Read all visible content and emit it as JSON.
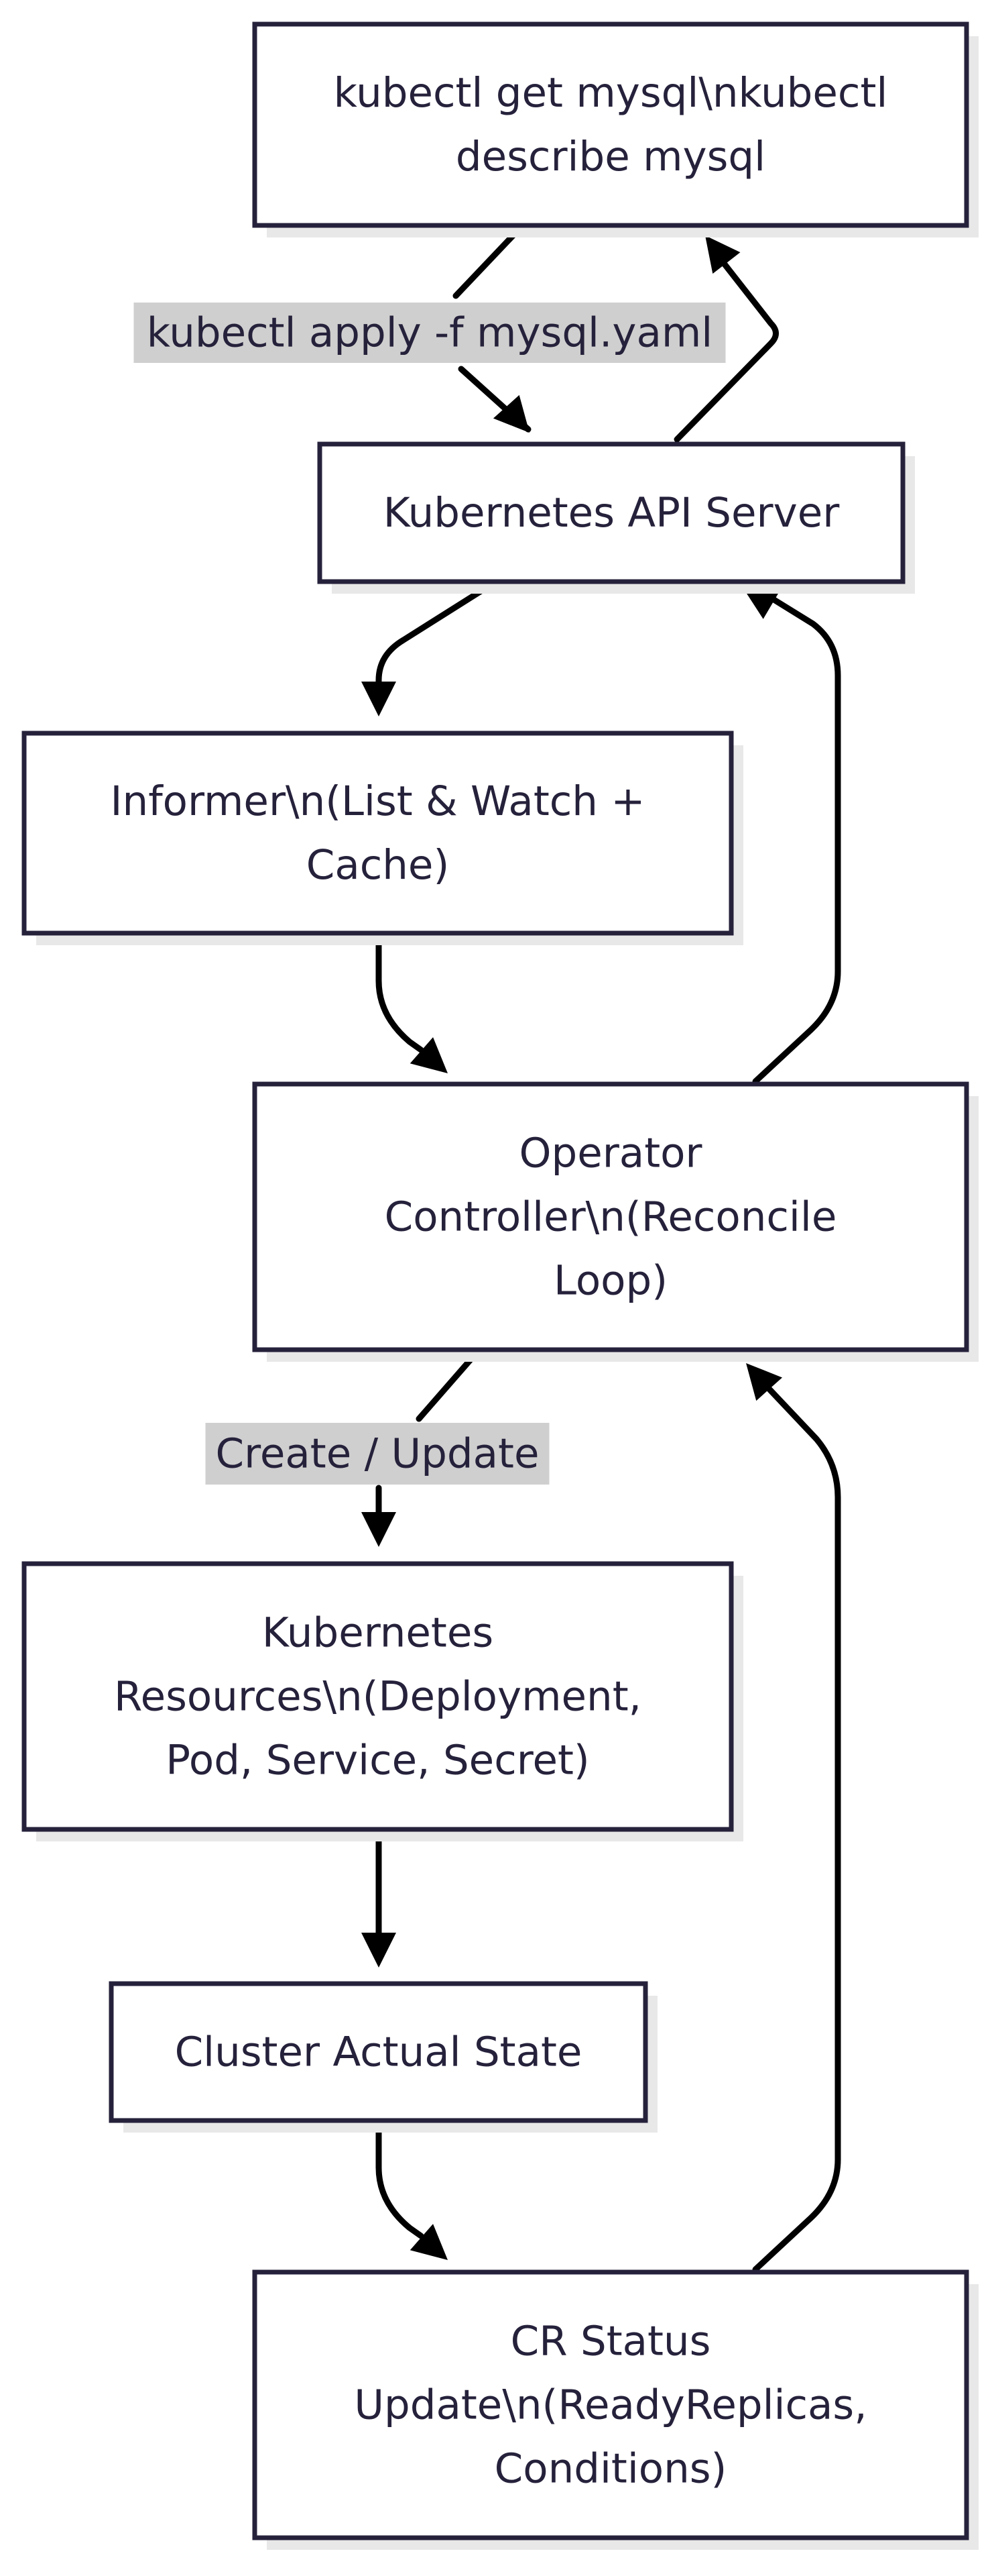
{
  "diagram": {
    "nodes": [
      {
        "id": "kubectl-get",
        "lines": [
          "kubectl get mysql\\nkubectl",
          "describe mysql"
        ]
      },
      {
        "id": "api-server",
        "lines": [
          "Kubernetes API Server"
        ]
      },
      {
        "id": "informer",
        "lines": [
          "Informer\\n(List & Watch +",
          "Cache)"
        ]
      },
      {
        "id": "operator",
        "lines": [
          "Operator",
          "Controller\\n(Reconcile",
          "Loop)"
        ]
      },
      {
        "id": "k8s-resources",
        "lines": [
          "Kubernetes",
          "Resources\\n(Deployment,",
          "Pod, Service, Secret)"
        ]
      },
      {
        "id": "cluster-state",
        "lines": [
          "Cluster Actual State"
        ]
      },
      {
        "id": "cr-status",
        "lines": [
          "CR Status",
          "Update\\n(ReadyReplicas,",
          "Conditions)"
        ]
      }
    ],
    "edge_labels": [
      {
        "id": "apply",
        "text": "kubectl apply -f mysql.yaml"
      },
      {
        "id": "create-update",
        "text": "Create / Update"
      }
    ],
    "colors": {
      "node_border": "#26213b",
      "text": "#26213b",
      "edge": "#000000",
      "edge_label_bg": "#cfcfcf",
      "shadow": "#e8e8e8",
      "background": "#ffffff"
    }
  }
}
